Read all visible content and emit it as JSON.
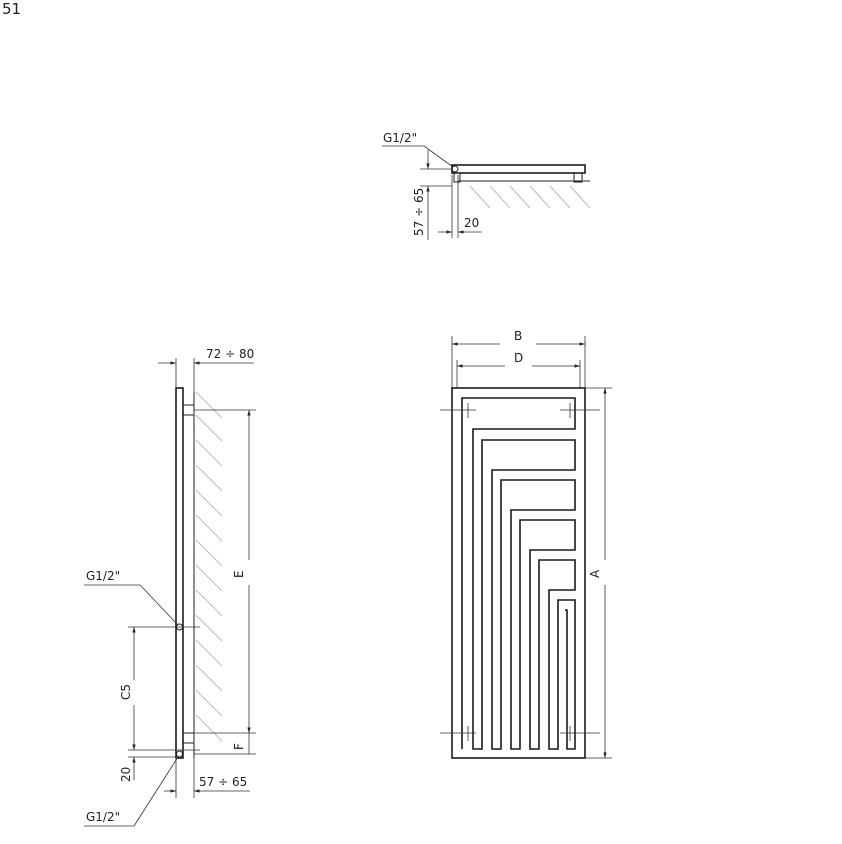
{
  "page_number": "51",
  "top_view": {
    "connection_label": "G1/2\"",
    "height_dim": "57 ÷ 65",
    "offset_dim": "20"
  },
  "side_view": {
    "wall_distance_dim": "72 ÷ 80",
    "connection_label_middle": "G1/2\"",
    "connection_label_bottom": "G1/2\"",
    "dim_e": "E",
    "dim_c5": "C5",
    "dim_f": "F",
    "dim_20": "20",
    "depth_dim": "57 ÷ 65"
  },
  "front_view": {
    "dim_b": "B",
    "dim_d": "D",
    "dim_a": "A"
  }
}
